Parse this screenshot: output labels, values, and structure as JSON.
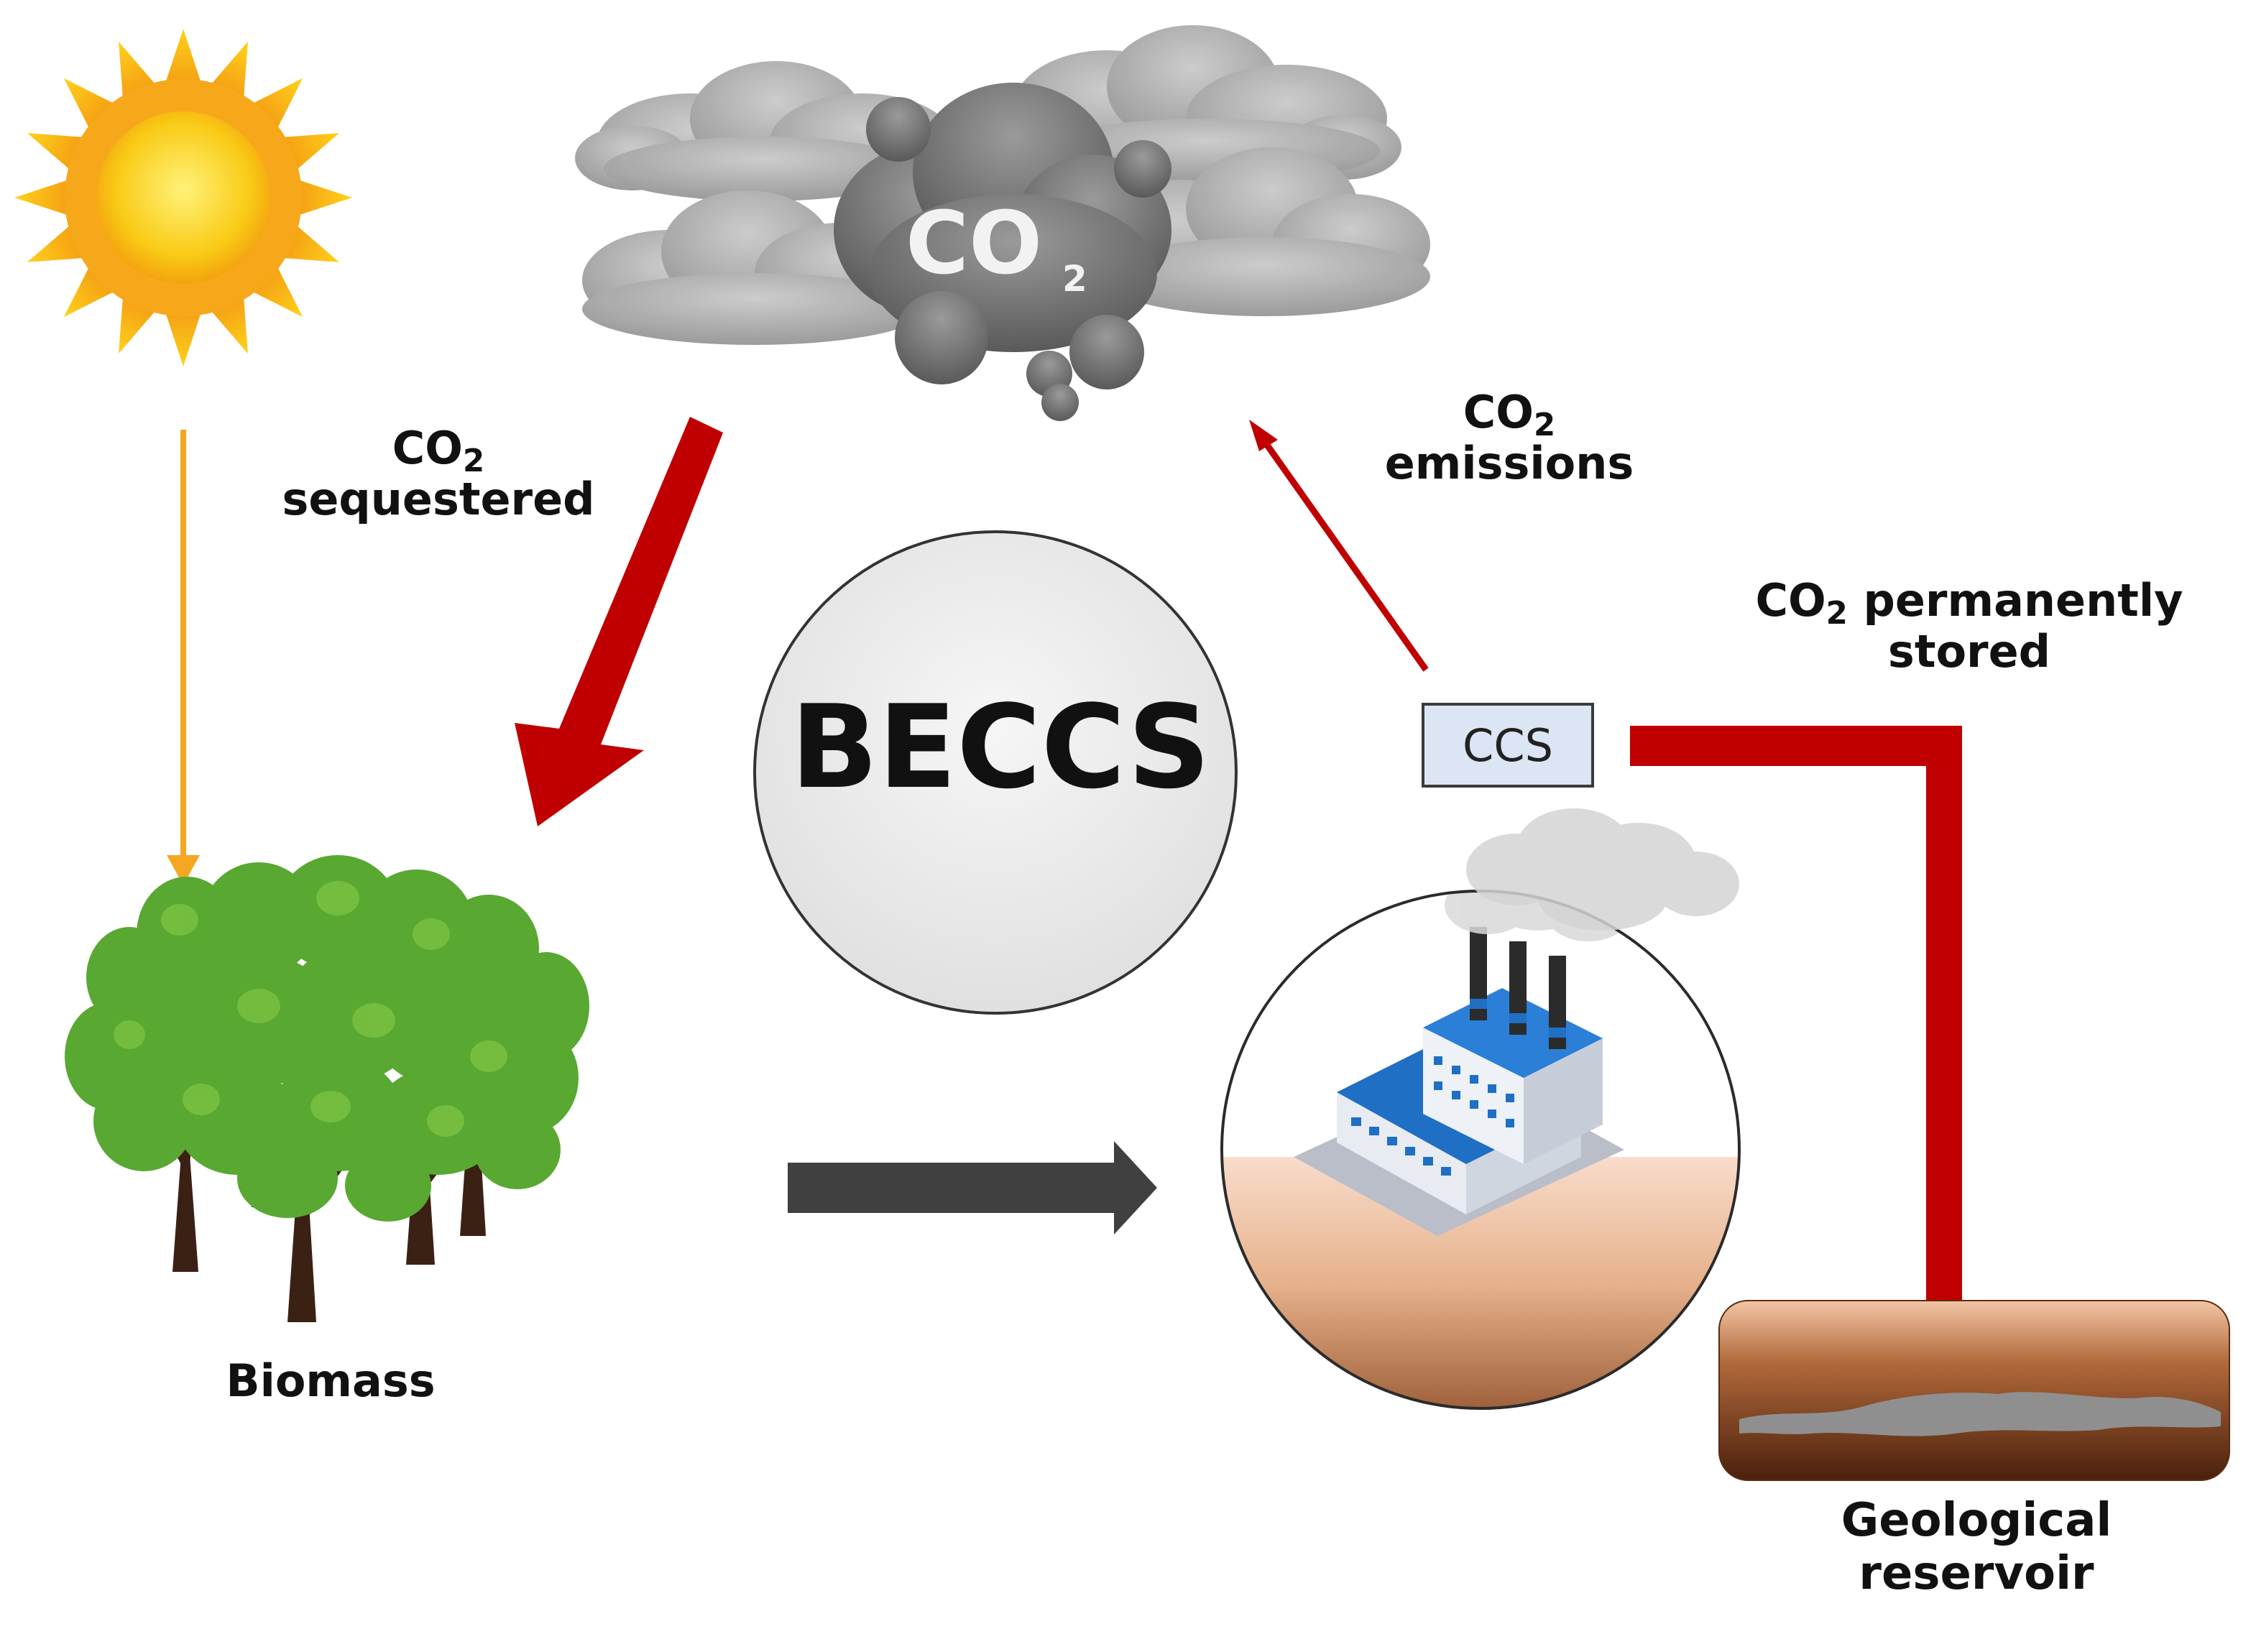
{
  "labels": {
    "cloud_co": "CO",
    "cloud_sub": "2",
    "sequestered_co": "CO",
    "sequestered_sub": "2",
    "sequestered_text": "sequestered",
    "emissions_co": "CO",
    "emissions_sub": "2",
    "emissions_text": "emissions",
    "stored_co": "CO",
    "stored_sub": "2",
    "stored_line1": " permanently",
    "stored_line2": "stored",
    "beccs": "BECCS",
    "ccs": "CCS",
    "biomass": "Biomass",
    "geo_line1": "Geological",
    "geo_line2": "reservoir"
  },
  "colors": {
    "red_arrow": "#c00000",
    "dark_arrow": "#404040",
    "sun_arrow": "#f5a623",
    "sun_core": "#f7c21a",
    "circle_fill": "#ececec",
    "ccs_fill": "#dbe5f4",
    "soil": "#e9bb97",
    "reservoir": "#6b3a1e",
    "leaf": "#58a832",
    "trunk": "#3b2114",
    "factory_blue": "#1f6fc4"
  }
}
